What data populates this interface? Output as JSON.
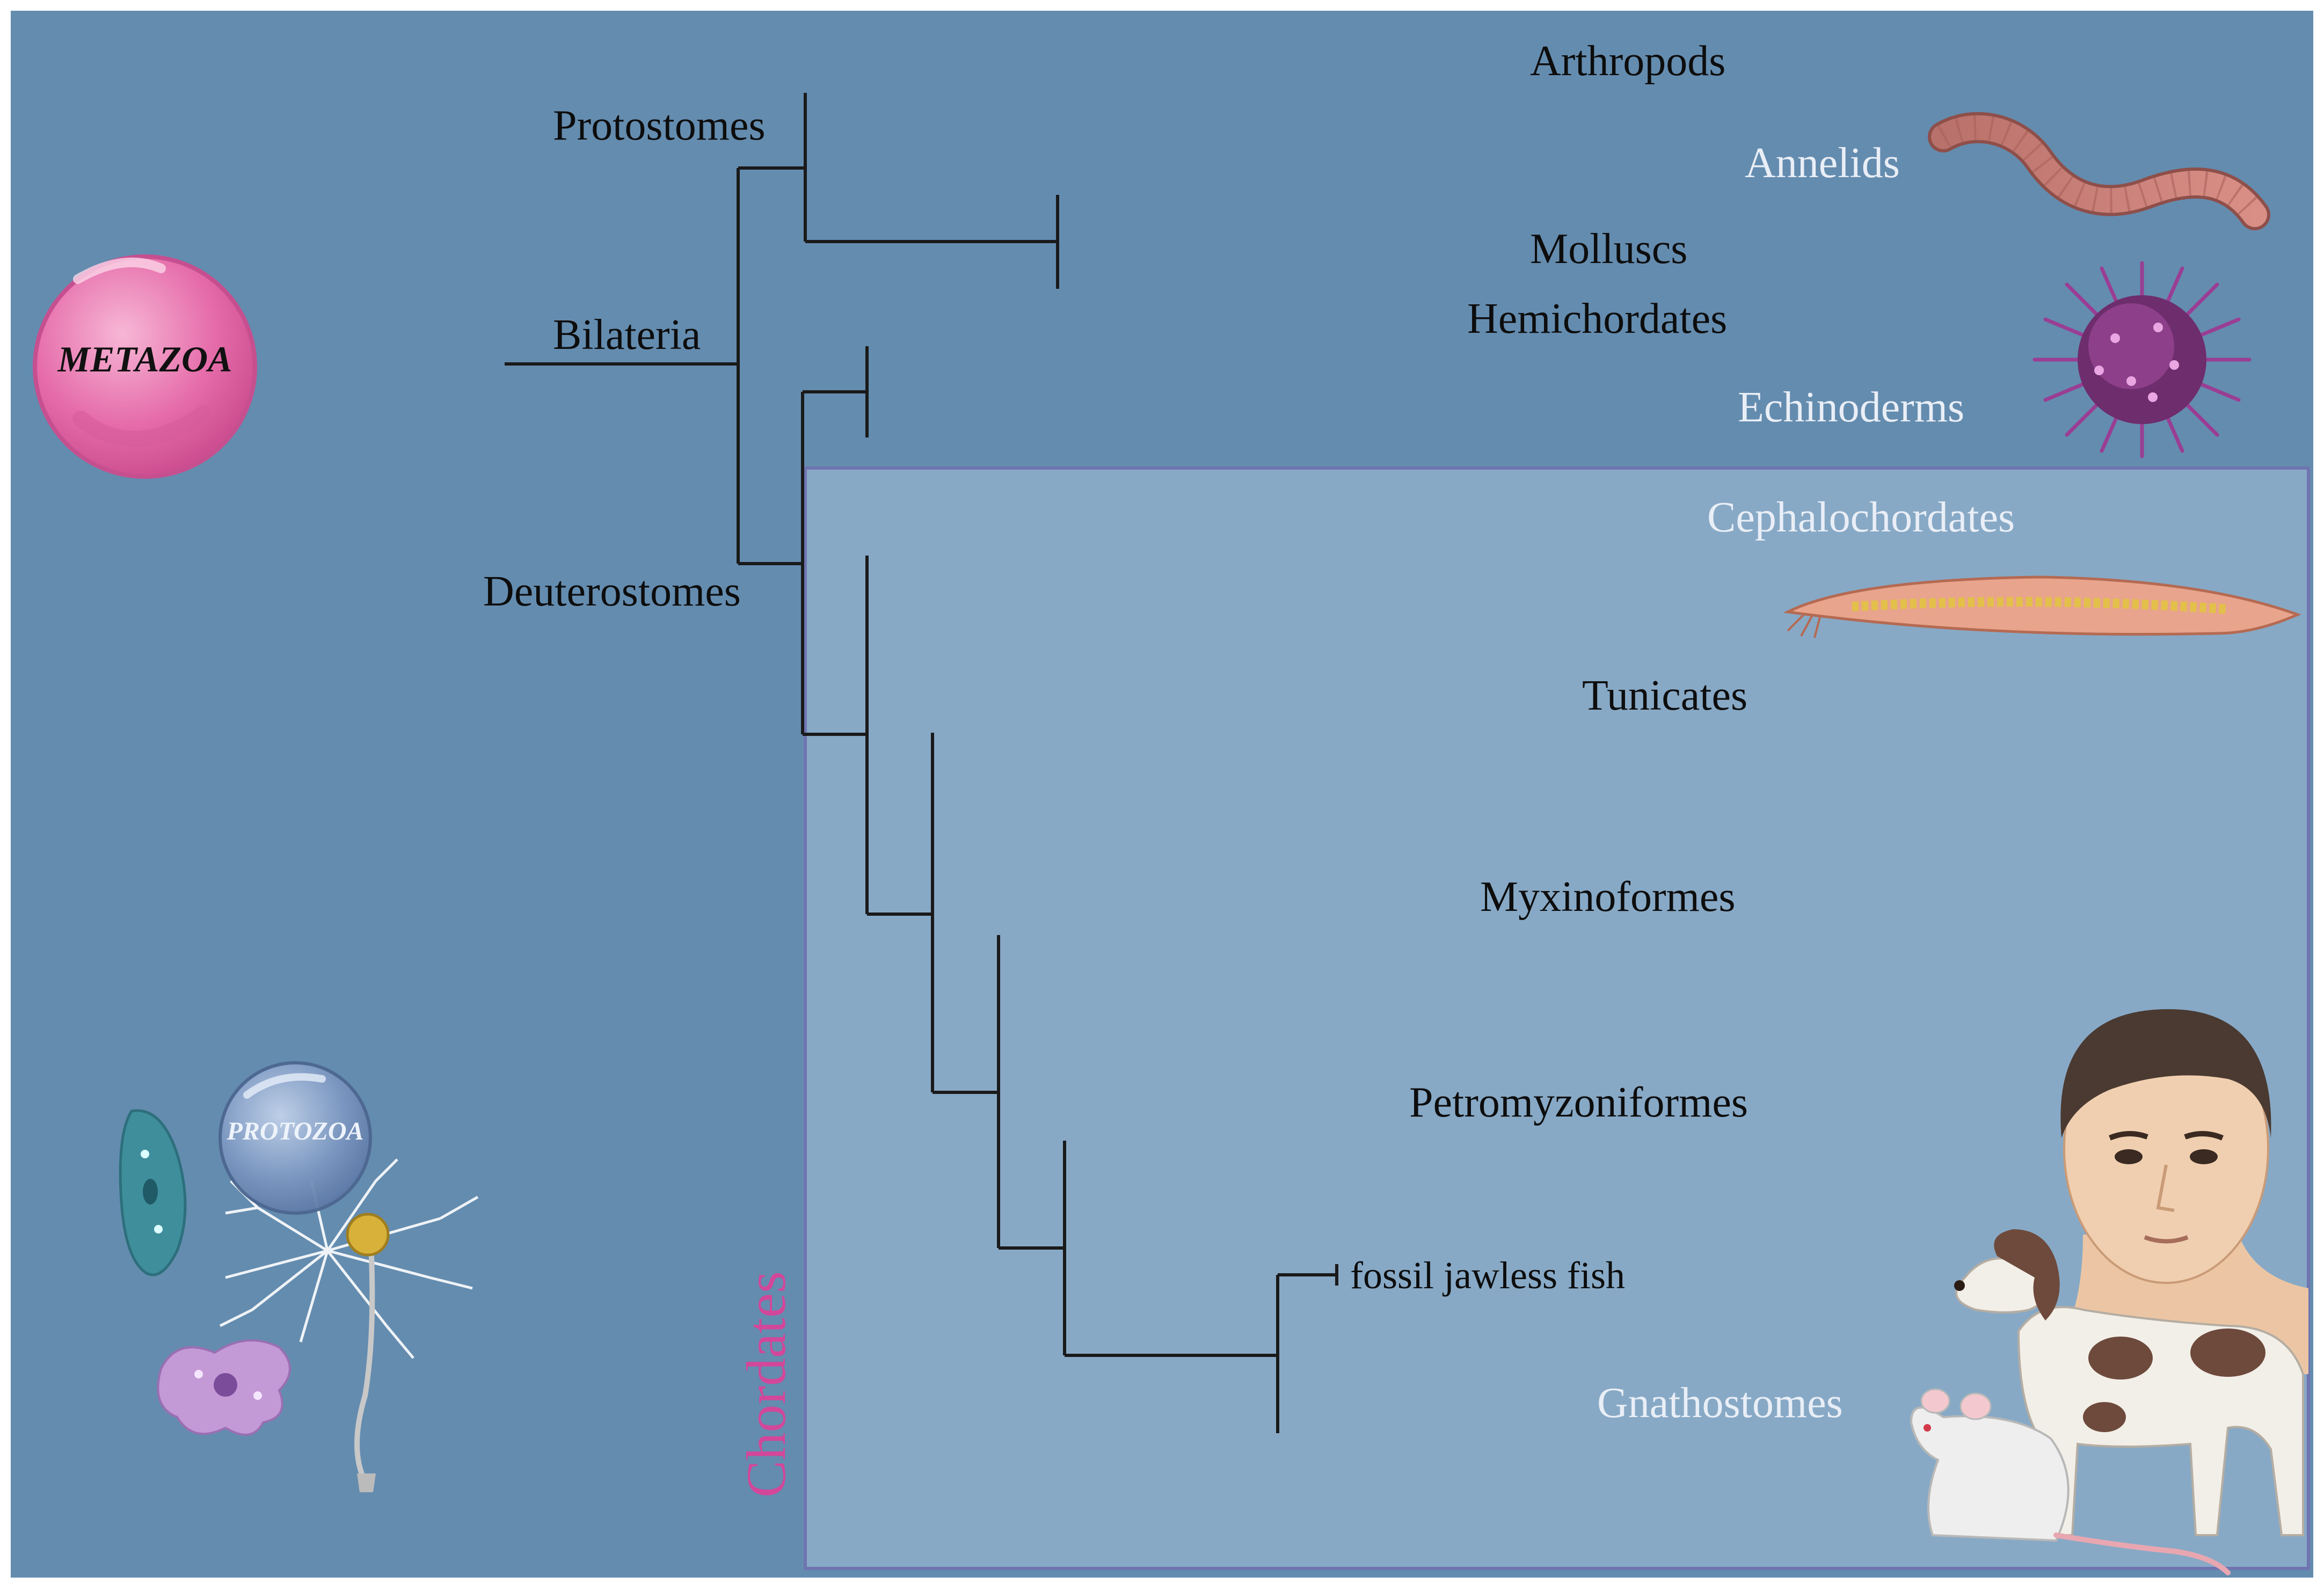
{
  "diagram": {
    "colors": {
      "background": "#648caf",
      "chordates_panel": "#87a9c6",
      "branch": "#1a1a1a",
      "label_dark": "#0d0d0d",
      "label_light": "#e9eef6",
      "chordates_label": "#d2479a",
      "metazoa_bubble": "#e76fae",
      "protozoa_bubble": "#6d8cb8"
    },
    "nodes": {
      "metazoa": "METAZOA",
      "protozoa": "PROTOZOA",
      "bilateria": "Bilateria",
      "protostomes": "Protostomes",
      "deuterostomes": "Deuterostomes",
      "chordates": "Chordates"
    },
    "taxa": {
      "arthropods": "Arthropods",
      "annelids": "Annelids",
      "molluscs": "Molluscs",
      "hemichordates": "Hemichordates",
      "echinoderms": "Echinoderms",
      "cephalochordates": "Cephalochordates",
      "tunicates": "Tunicates",
      "myxinoformes": "Myxinoformes",
      "petromyzoniformes": "Petromyzoniformes",
      "fossil_jawless_fish": "fossil jawless fish",
      "gnathostomes": "Gnathostomes"
    },
    "illustrations": [
      "earthworm-icon",
      "sea-urchin-icon",
      "amphioxus-icon",
      "human-icon",
      "dog-icon",
      "rat-icon",
      "protist-cells-icon"
    ]
  }
}
